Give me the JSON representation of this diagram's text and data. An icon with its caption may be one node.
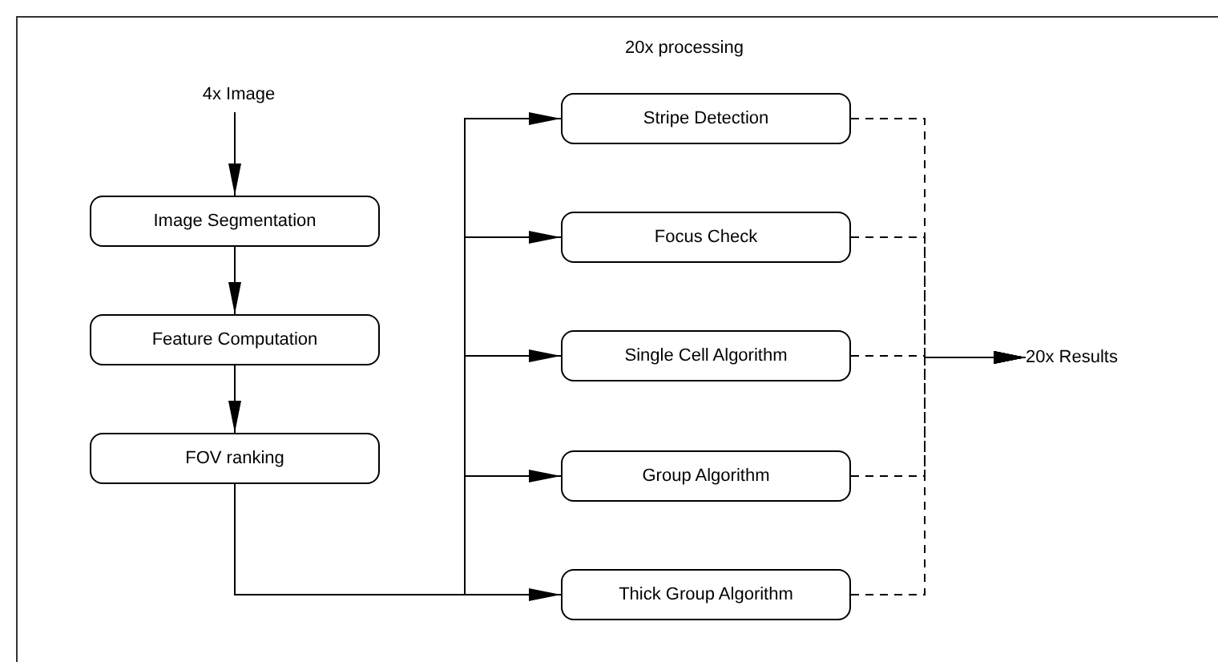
{
  "diagram": {
    "nodes": [
      {
        "text": [
          "4x Image"
        ]
      },
      {
        "text": [
          "Image Segmentation"
        ]
      },
      {
        "text": [
          "Feature Computation"
        ]
      },
      {
        "text": [
          "FOV ranking"
        ]
      },
      {
        "text": [
          "Stripe Detection"
        ]
      },
      {
        "text": [
          "Focus Check"
        ]
      },
      {
        "text": [
          "Single Cell Algorithm"
        ]
      },
      {
        "text": [
          "Group Algorithm"
        ]
      },
      {
        "text": [
          "Thick Group Algorithm"
        ]
      },
      {
        "text": [
          "20x Results"
        ]
      }
    ],
    "edges": [
      {
        "from": 0,
        "to": 1,
        "arrow": "to"
      },
      {
        "from": 1,
        "to": 2,
        "arrow": "to"
      },
      {
        "from": 2,
        "to": 3,
        "arrow": "to"
      },
      {
        "from": 3,
        "to": 4,
        "arrow": "to"
      },
      {
        "from": 3,
        "to": 5,
        "arrow": "to"
      },
      {
        "from": 3,
        "to": 6,
        "arrow": "to"
      },
      {
        "from": 3,
        "to": 7,
        "arrow": "to"
      },
      {
        "from": 3,
        "to": 8,
        "arrow": "to"
      },
      {
        "from": 4,
        "to": 9,
        "arrow": "to",
        "style": "dashed"
      },
      {
        "from": 5,
        "to": 9,
        "arrow": "to",
        "style": "dashed"
      },
      {
        "from": 6,
        "to": 9,
        "arrow": "to",
        "style": "dashed"
      },
      {
        "from": 7,
        "to": 9,
        "arrow": "to",
        "style": "dashed"
      },
      {
        "from": 8,
        "to": 9,
        "arrow": "to",
        "style": "dashed"
      }
    ],
    "labels": [
      "20x processing"
    ]
  }
}
